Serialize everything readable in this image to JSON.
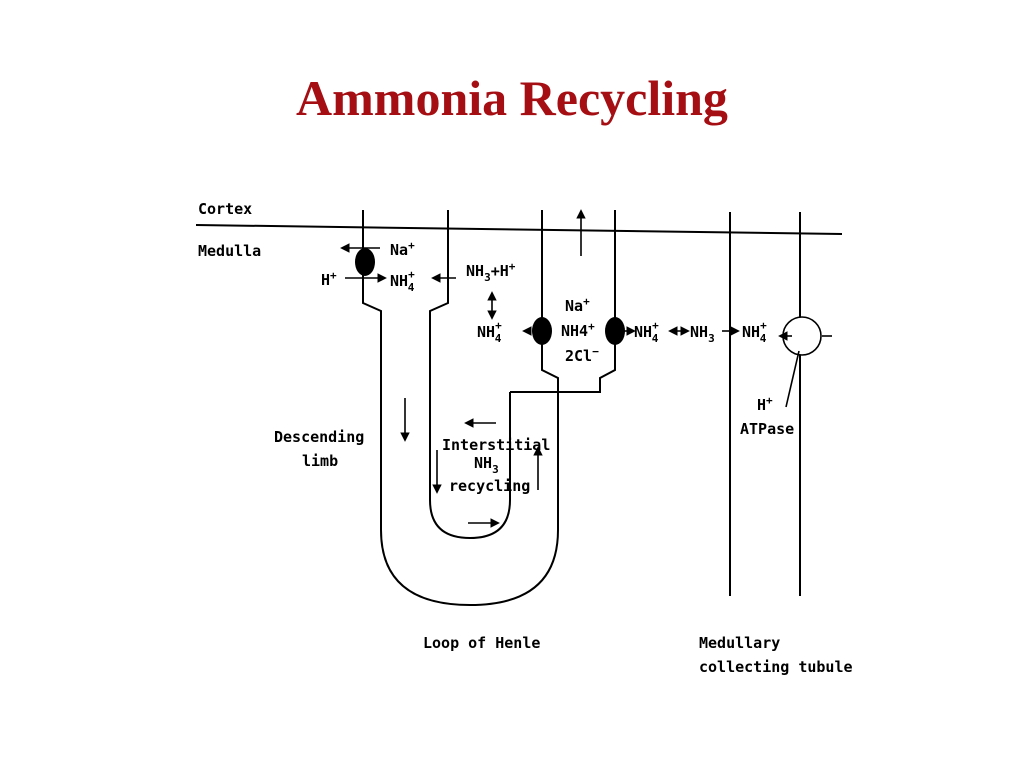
{
  "title": "Ammonia Recycling",
  "labels": {
    "cortex": "Cortex",
    "medulla": "Medulla",
    "na_plus_top": "Na",
    "h_plus_left": "H",
    "nh4_left": "NH",
    "nh3_h_plus": "NH",
    "nh4_mid_left": "NH",
    "na_plus_mid": "Na",
    "nh4_cotransport": "NH4",
    "cl2": "2Cl",
    "nh4_right": "NH",
    "nh3_right": "NH",
    "nh4_far_right": "NH",
    "h_plus_atpase": "H",
    "atpase": "ATPase",
    "descending": "Descending",
    "limb": "limb",
    "interstitial": "Interstitial",
    "nh3_interstitial": "NH",
    "recycling": "recycling",
    "loop_of_henle": "Loop of Henle",
    "medullary": "Medullary",
    "collecting_tubule": "collecting tubule"
  },
  "sub": {
    "three": "3",
    "four": "4"
  },
  "sup": {
    "plus": "+",
    "minus": "−"
  },
  "ops": {
    "plus_h": "+H"
  },
  "colors": {
    "title": "#a50f14"
  }
}
